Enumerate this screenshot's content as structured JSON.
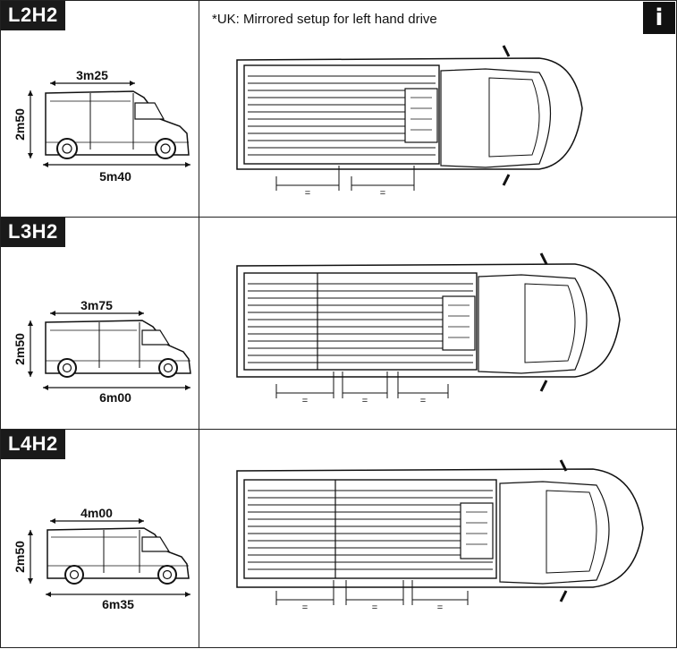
{
  "note": "*UK: Mirrored setup for left hand drive",
  "info_icon": "i",
  "vans": [
    {
      "tag": "L2H2",
      "roof_length": "3m25",
      "height": "2m50",
      "length": "5m40",
      "eq": [
        "=",
        "="
      ]
    },
    {
      "tag": "L3H2",
      "roof_length": "3m75",
      "height": "2m50",
      "length": "6m00",
      "eq": [
        "=",
        "=",
        "="
      ]
    },
    {
      "tag": "L4H2",
      "roof_length": "4m00",
      "height": "2m50",
      "length": "6m35",
      "eq": [
        "=",
        "=",
        "="
      ]
    }
  ]
}
